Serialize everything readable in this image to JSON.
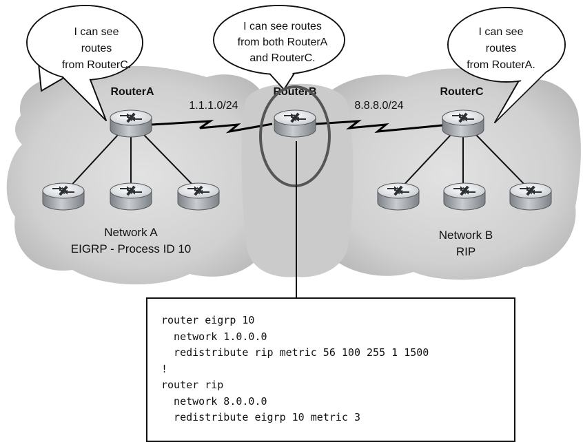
{
  "routers": {
    "a": {
      "name": "RouterA",
      "bubble": [
        "I can see",
        "routes",
        "from RouterC."
      ]
    },
    "b": {
      "name": "RouterB",
      "bubble": [
        "I can see routes",
        "from both RouterA",
        "and RouterC."
      ]
    },
    "c": {
      "name": "RouterC",
      "bubble": [
        "I can see",
        "routes",
        "from RouterA."
      ]
    }
  },
  "links": {
    "ab": "1.1.1.0/24",
    "bc": "8.8.8.0/24"
  },
  "networks": {
    "a": [
      "Network A",
      "EIGRP - Process ID 10"
    ],
    "b": [
      "Network B",
      "RIP"
    ]
  },
  "config": [
    "router eigrp 10",
    "  network 1.0.0.0",
    "  redistribute rip metric 56 100 255 1 1500",
    "!",
    "router rip",
    "  network 8.0.0.0",
    "  redistribute eigrp 10 metric 3"
  ],
  "colors": {
    "cloud": "#d4d4d4",
    "router_top": "#eef0f2",
    "router_body": "#a8acb0",
    "highlight_ring": "#555555"
  }
}
